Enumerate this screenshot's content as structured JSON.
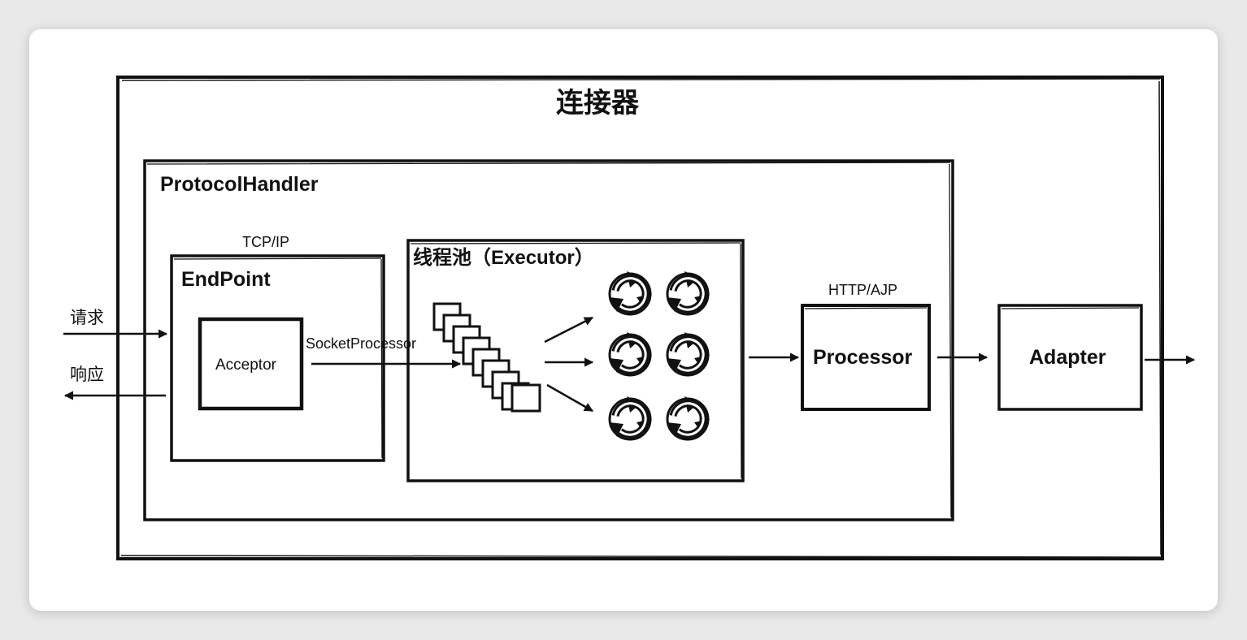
{
  "diagram": {
    "title": "连接器",
    "protocol_handler": "ProtocolHandler",
    "tcp_ip": "TCP/IP",
    "endpoint": "EndPoint",
    "acceptor": "Acceptor",
    "socket_processor": "SocketProcessor",
    "thread_pool": "线程池（Executor）",
    "http_ajp": "HTTP/AJP",
    "processor": "Processor",
    "adapter": "Adapter",
    "request": "请求",
    "response": "响应"
  },
  "icons": {
    "worker_thread": "recycle-icon",
    "task_queue": "stacked-squares-icon"
  }
}
